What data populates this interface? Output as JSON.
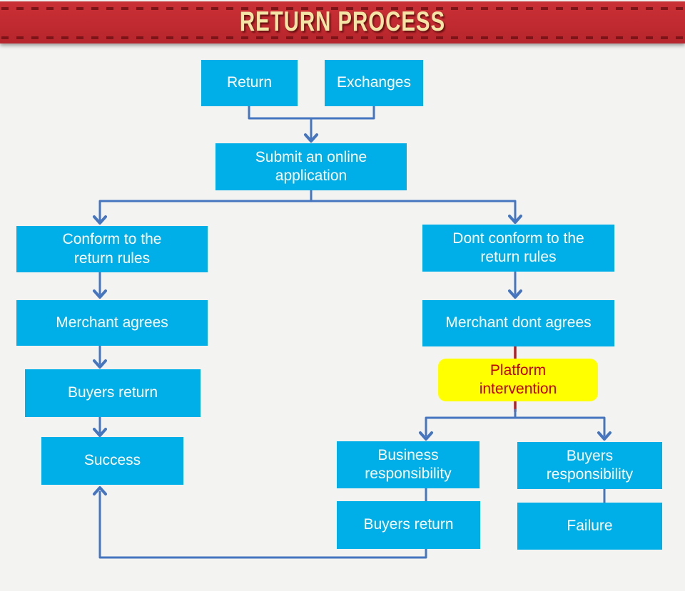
{
  "header": {
    "title": "RETURN PROCESS"
  },
  "colors": {
    "box_cyan": "#00AEE8",
    "box_yellow": "#FFFF00",
    "line_blue": "#4575BE",
    "line_red": "#B01E28",
    "banner_red": "#C22B31",
    "title_cream": "#F3E5A5",
    "text_white": "#FFFFFF",
    "text_red": "#C00000"
  },
  "nodes": {
    "return_box": {
      "label": "Return"
    },
    "exchanges": {
      "label": "Exchanges"
    },
    "submit": {
      "label": "Submit an online\napplication"
    },
    "conform": {
      "label": "Conform to the\nreturn rules"
    },
    "dont_conform": {
      "label": "Dont conform to the\nreturn rules"
    },
    "merchant_agrees": {
      "label": "Merchant agrees"
    },
    "merchant_dont": {
      "label": "Merchant dont agrees"
    },
    "platform": {
      "label": "Platform\nintervention"
    },
    "buyers_return_l": {
      "label": "Buyers return"
    },
    "success": {
      "label": "Success"
    },
    "business_resp": {
      "label": "Business\nresponsibility"
    },
    "buyers_resp": {
      "label": "Buyers\nresponsibility"
    },
    "buyers_return_r": {
      "label": "Buyers return"
    },
    "failure": {
      "label": "Failure"
    }
  }
}
